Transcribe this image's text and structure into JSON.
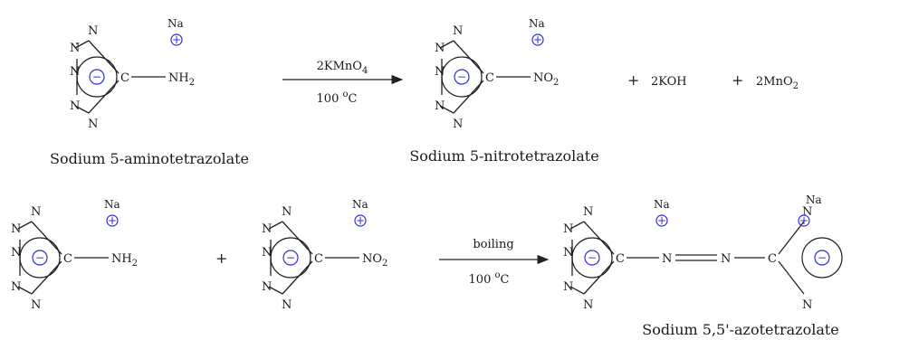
{
  "atoms": {
    "nitrogen": "N",
    "carbon": "C",
    "sodium": "Na",
    "amino": "NH",
    "amino_sub": "2",
    "nitro": "NO",
    "nitro_sub": "2"
  },
  "charges": {
    "plus": "+",
    "minus": "−"
  },
  "reaction1": {
    "reagent": "2KMnO",
    "reagent_sub": "4",
    "condition_temp": "100 ",
    "condition_deg": "o",
    "condition_unit": "C",
    "plus": "+",
    "byproduct1": "2KOH",
    "byproduct2": "2MnO",
    "byproduct2_sub": "2",
    "reactant_name": "Sodium 5-aminotetrazolate",
    "product_name": "Sodium 5-nitrotetrazolate"
  },
  "reaction2": {
    "plus": "+",
    "condition_top": "boiling",
    "condition_temp": "100 ",
    "condition_deg": "o",
    "condition_unit": "C",
    "azo_n": "N",
    "product_name": "Sodium 5,5'-azotetrazolate"
  },
  "colors": {
    "ink": "#222222",
    "charge": "#2d2ddb",
    "background": "#ffffff"
  }
}
